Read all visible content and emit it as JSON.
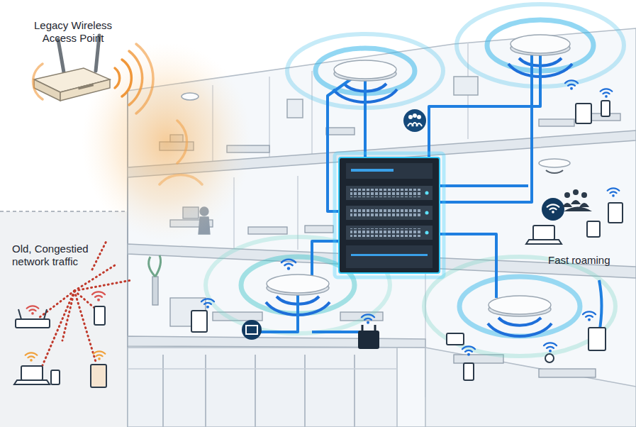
{
  "diagram": {
    "labels": [
      "Legacy Wireless Access Point",
      "Old, Congestied network traffic",
      "Fast roaming"
    ]
  }
}
